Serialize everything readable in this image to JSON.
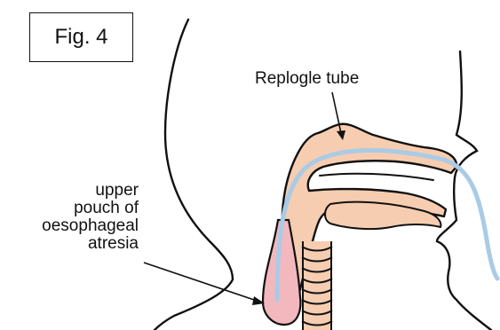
{
  "figure": {
    "label": "Fig. 4"
  },
  "annotations": {
    "replogle": "Replogle tube",
    "pouch_lines": [
      "upper",
      "pouch of",
      "oesophageal",
      "atresia"
    ]
  },
  "colors": {
    "tissue_fill": "#f6cdb0",
    "pouch_fill": "#f2b8bd",
    "tube_stroke": "#a9cbe6",
    "outline": "#111111"
  }
}
